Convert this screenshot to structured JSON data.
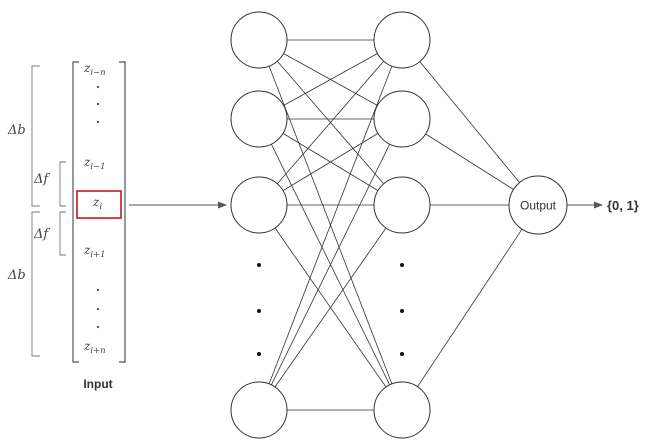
{
  "labels": {
    "delta_b_top": "Δb",
    "delta_f_top": "Δf",
    "delta_f_bottom": "Δf",
    "delta_b_bottom": "Δb",
    "input_caption": "Input",
    "output_node": "Output",
    "output_set": "{0, 1}"
  },
  "input_vector": {
    "z_i_minus_n": {
      "base": "z",
      "sub": "i−n"
    },
    "z_i_minus_1": {
      "base": "z",
      "sub": "i−1"
    },
    "z_i": {
      "base": "z",
      "sub": "i"
    },
    "z_i_plus_1": {
      "base": "z",
      "sub": "i+1"
    },
    "z_i_plus_n": {
      "base": "z",
      "sub": "i+n"
    }
  },
  "colors": {
    "highlight_box": "#c8161d",
    "stroke": "#333333",
    "text": "#444444"
  },
  "icons": {
    "output_arrow": "arrow-right",
    "input_arrow": "arrow-right"
  }
}
